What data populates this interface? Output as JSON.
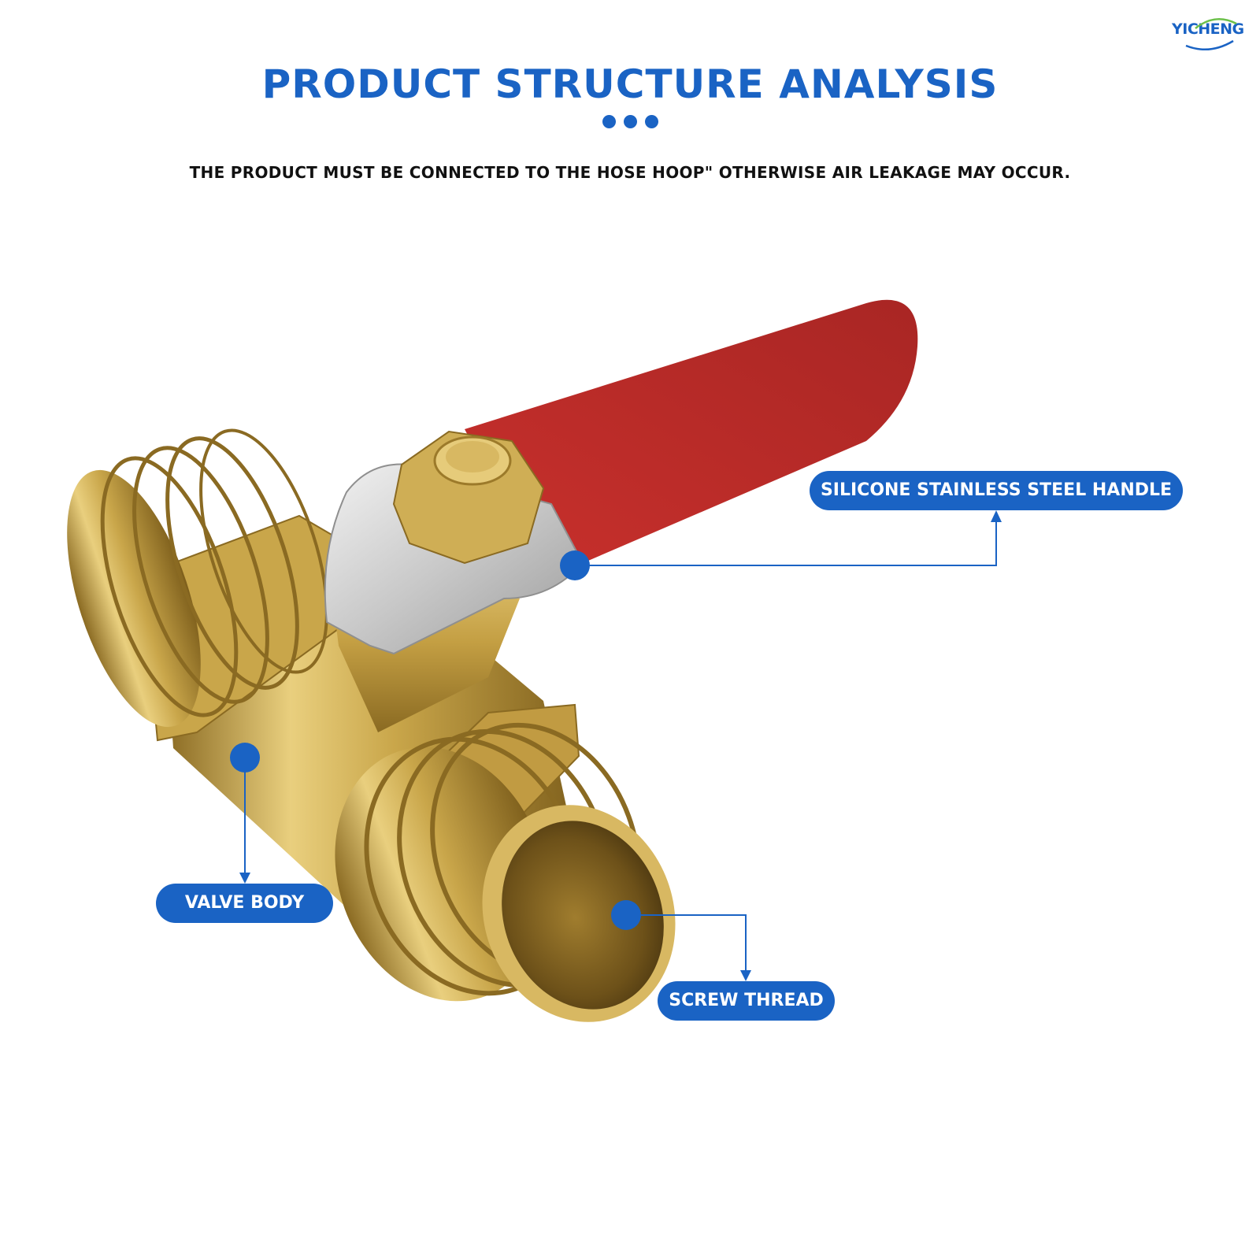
{
  "brand": {
    "name": "YICHENG"
  },
  "header": {
    "title": "PRODUCT STRUCTURE ANALYSIS",
    "subtitle": "THE PRODUCT MUST BE CONNECTED TO THE HOSE HOOP\" OTHERWISE AIR LEAKAGE MAY OCCUR."
  },
  "callouts": {
    "handle": "SILICONE STAINLESS STEEL HANDLE",
    "valve_body": "VALVE BODY",
    "screw_thread": "SCREW THREAD"
  },
  "colors": {
    "accent": "#1a63c4",
    "handle_red": "#b02a28",
    "brass": "#c9a64a"
  }
}
